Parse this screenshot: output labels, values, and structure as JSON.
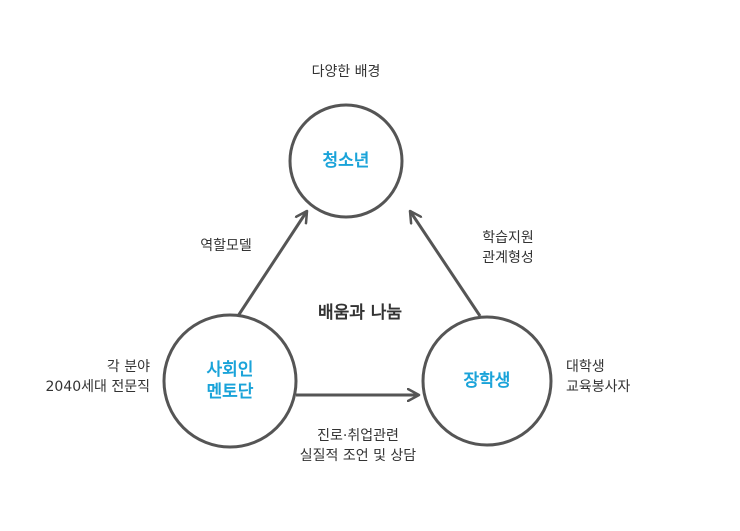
{
  "colors": {
    "node_stroke": "#555555",
    "node_text": "#1aa3d9",
    "arrow": "#555555",
    "text": "#333333"
  },
  "nodes": {
    "youth": {
      "label": "청소년",
      "caption": "다양한 배경"
    },
    "mentor": {
      "label": "사회인\n멘토단",
      "caption": "각 분야\n2040세대 전문직"
    },
    "scholar": {
      "label": "장학생",
      "caption": "대학생\n교육봉사자"
    }
  },
  "edges": {
    "mentor_to_youth": "역할모델",
    "scholar_to_youth": "학습지원\n관계형성",
    "mentor_to_scholar": "진로·취업관련\n실질적 조언 및 상담"
  },
  "center": "배움과 나눔",
  "icons": [
    "arrow-icon"
  ]
}
